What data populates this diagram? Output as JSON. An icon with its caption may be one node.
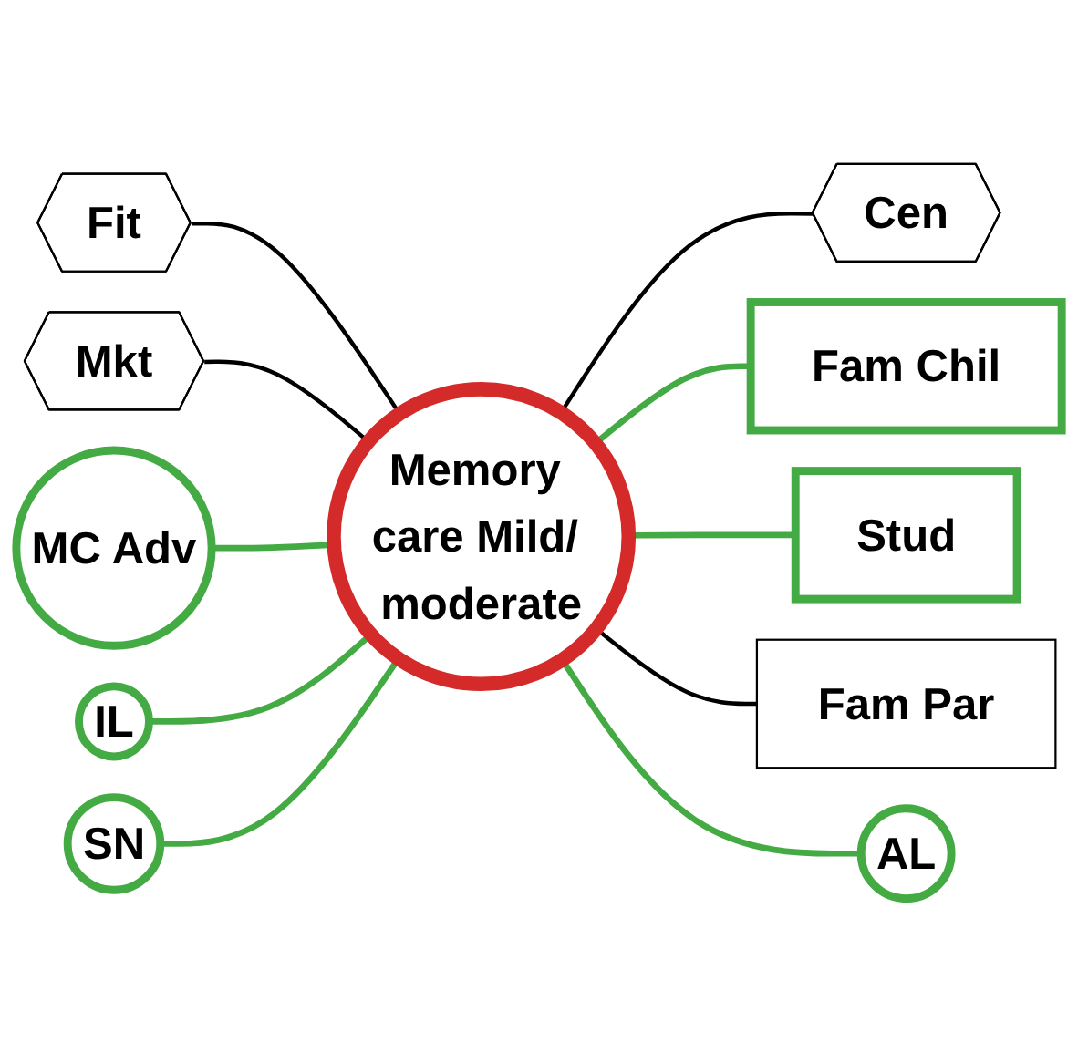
{
  "diagram": {
    "nodes": [
      {
        "text": [
          "Cen"
        ]
      },
      {
        "text": [
          "Fit"
        ]
      },
      {
        "text": [
          "Fam Chil"
        ]
      },
      {
        "text": [
          "Mkt"
        ]
      },
      {
        "text": [
          "Stud"
        ]
      },
      {
        "text": [
          "Memory care Mild/ moderate"
        ]
      },
      {
        "text": [
          "Fam Par"
        ]
      },
      {
        "text": [
          "MC Adv"
        ]
      },
      {
        "text": [
          "IL"
        ]
      },
      {
        "text": [
          "AL"
        ]
      },
      {
        "text": [
          "SN"
        ]
      }
    ],
    "edges": [
      {
        "from": 5,
        "to": 0,
        "arrow": "none",
        "color": "#000000"
      },
      {
        "from": 1,
        "to": 5,
        "arrow": "none",
        "color": "#000000"
      },
      {
        "from": 5,
        "to": 2,
        "arrow": "none"
      },
      {
        "from": 3,
        "to": 5,
        "arrow": "none",
        "color": "#000000"
      },
      {
        "from": 5,
        "to": 4,
        "arrow": "none"
      },
      {
        "from": 5,
        "to": 6,
        "arrow": "none",
        "color": "#000000"
      },
      {
        "from": 7,
        "to": 5,
        "arrow": "none"
      },
      {
        "from": 8,
        "to": 5,
        "arrow": "none"
      },
      {
        "from": 5,
        "to": 9,
        "arrow": "none"
      },
      {
        "from": 10,
        "to": 5,
        "arrow": "none"
      }
    ]
  }
}
